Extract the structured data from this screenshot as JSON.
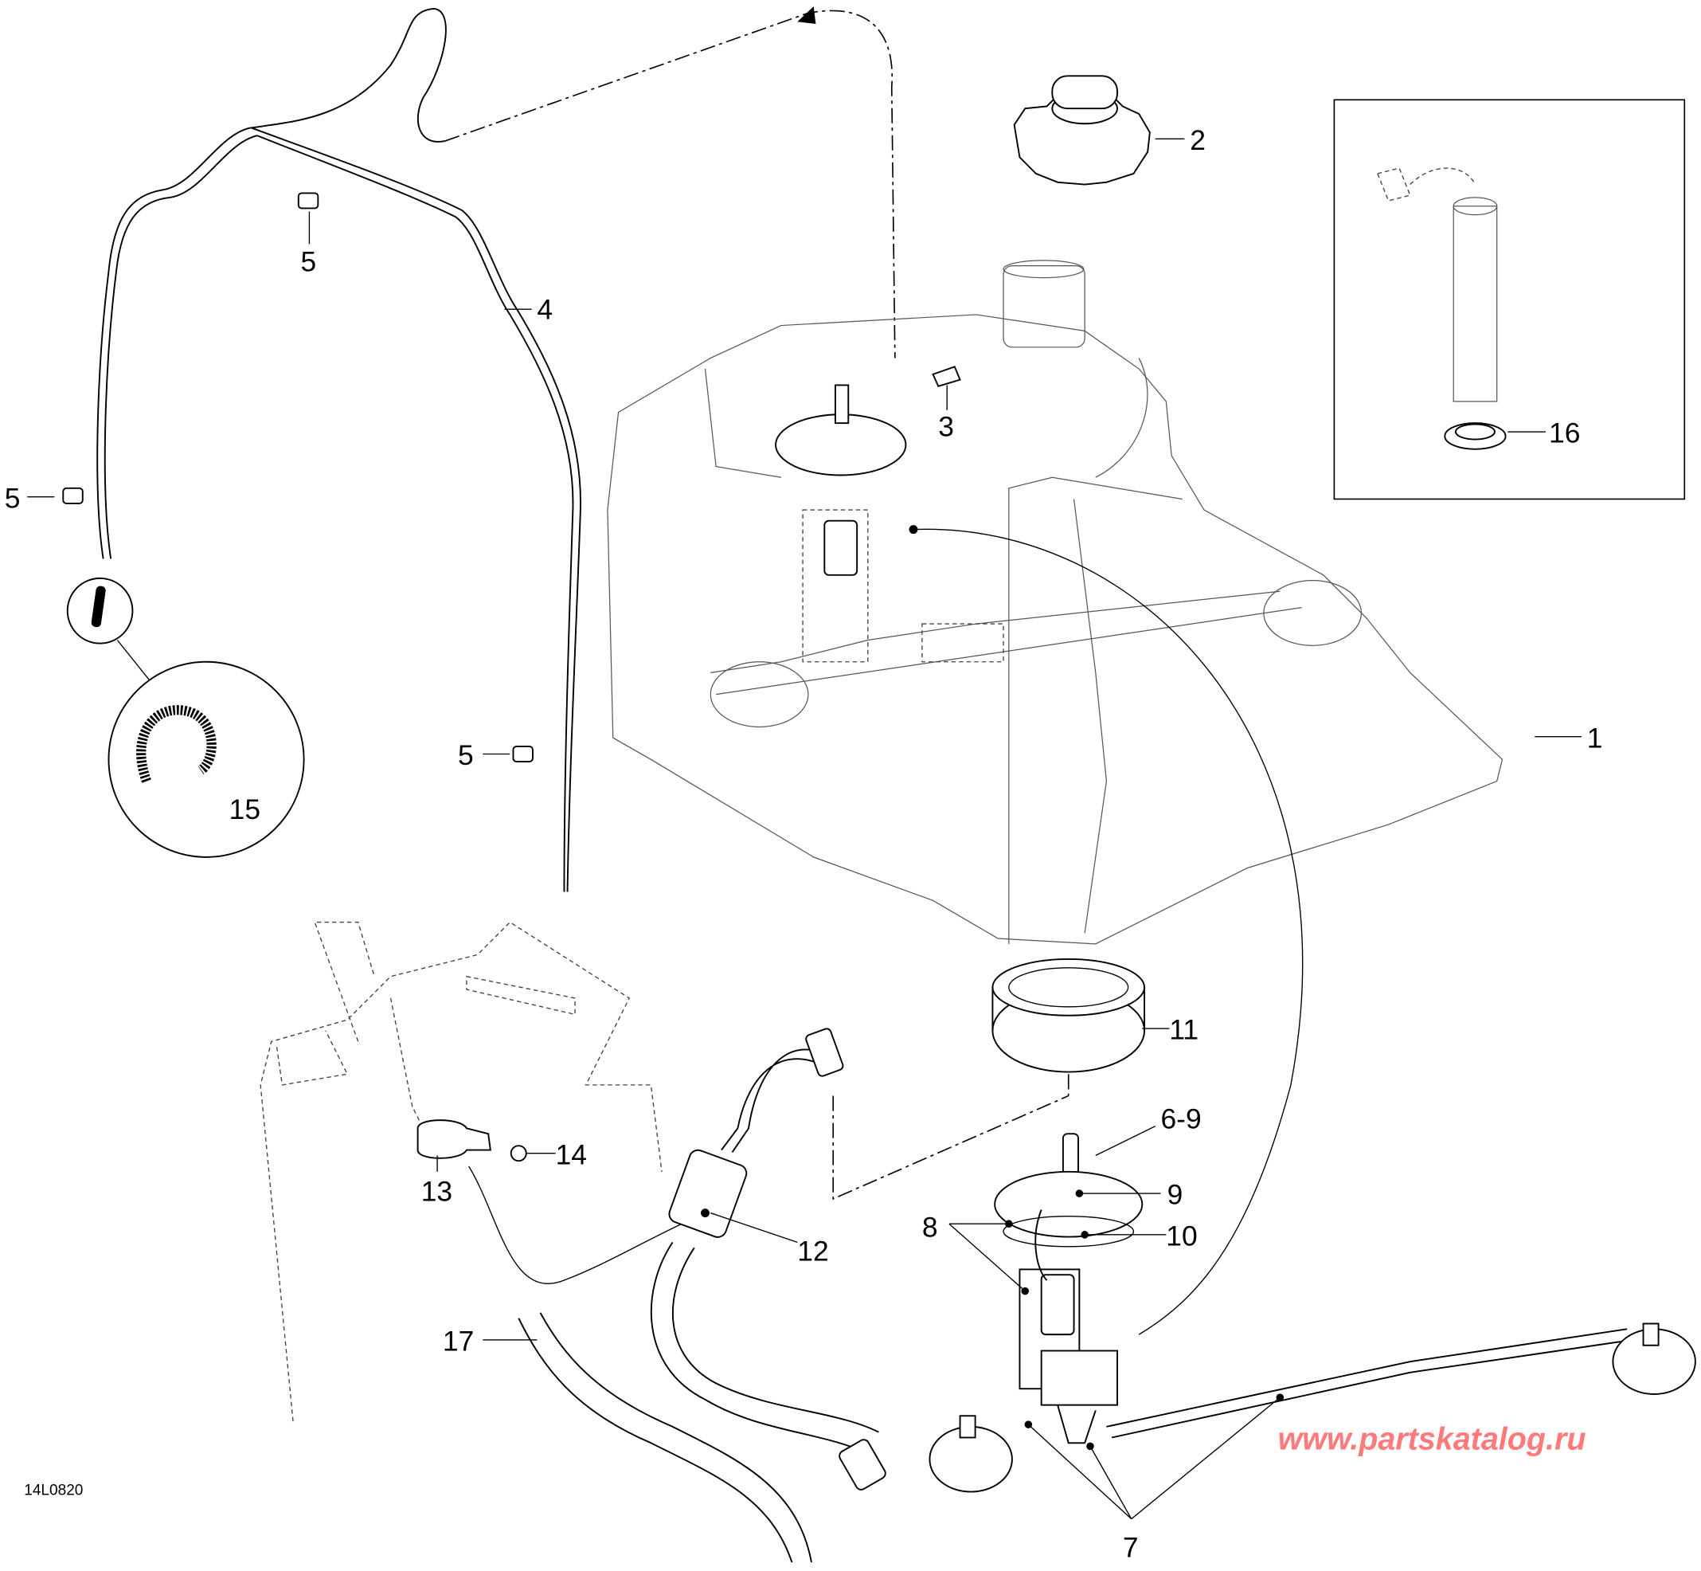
{
  "diagram_code": "14L0820",
  "watermark": "www.partskatalog.ru",
  "watermark_color": "#ff7b7b",
  "callouts": [
    {
      "label": "1"
    },
    {
      "label": "2"
    },
    {
      "label": "3"
    },
    {
      "label": "4"
    },
    {
      "label": "5"
    },
    {
      "label": "5"
    },
    {
      "label": "5"
    },
    {
      "label": "6-9"
    },
    {
      "label": "7"
    },
    {
      "label": "8"
    },
    {
      "label": "9"
    },
    {
      "label": "10"
    },
    {
      "label": "11"
    },
    {
      "label": "12"
    },
    {
      "label": "13"
    },
    {
      "label": "14"
    },
    {
      "label": "15"
    },
    {
      "label": "16"
    },
    {
      "label": "17"
    }
  ]
}
